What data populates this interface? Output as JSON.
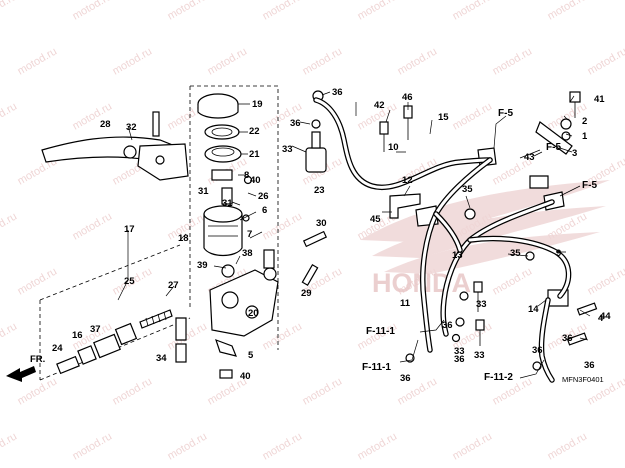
{
  "watermark": "motod.ru",
  "logo": {
    "text": "HONDA",
    "color": "#e8c7c7"
  },
  "diagram_code": "MFN3F0401",
  "direction_label": "FR.",
  "refs": [
    "F-5",
    "F-5",
    "F-5",
    "F-11-1",
    "F-11-1",
    "F-11-2"
  ],
  "callouts": [
    "1",
    "2",
    "3",
    "4",
    "5",
    "6",
    "7",
    "8",
    "9",
    "10",
    "11",
    "12",
    "13",
    "14",
    "15",
    "16",
    "17",
    "18",
    "19",
    "20",
    "21",
    "22",
    "23",
    "24",
    "25",
    "26",
    "27",
    "28",
    "29",
    "30",
    "31",
    "31",
    "32",
    "33",
    "33",
    "33",
    "33",
    "34",
    "35",
    "35",
    "36",
    "36",
    "36",
    "36",
    "36",
    "36",
    "36",
    "36",
    "37",
    "38",
    "39",
    "40",
    "40",
    "41",
    "42",
    "43",
    "44",
    "45",
    "46"
  ]
}
